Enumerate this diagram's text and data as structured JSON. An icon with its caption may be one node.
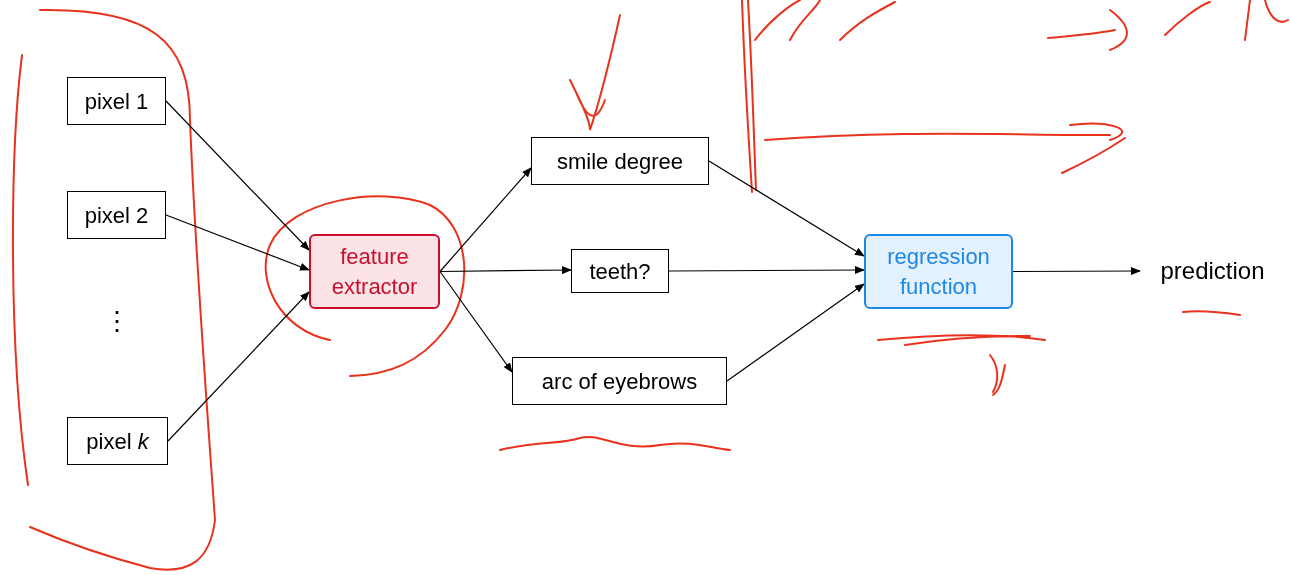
{
  "diagram": {
    "nodes": [
      {
        "text": [
          "pixel 1"
        ]
      },
      {
        "text": [
          "pixel 2"
        ]
      },
      {
        "text": [
          "pixel *k*"
        ]
      },
      {
        "text": [
          "feature extractor"
        ]
      },
      {
        "text": [
          "smile degree"
        ]
      },
      {
        "text": [
          "teeth?"
        ]
      },
      {
        "text": [
          "arc of eyebrows"
        ]
      },
      {
        "text": [
          "regression function"
        ]
      },
      {
        "text": [
          "prediction"
        ]
      }
    ],
    "edges": [
      {
        "from": 0,
        "to": 3,
        "arrow": "to"
      },
      {
        "from": 1,
        "to": 3,
        "arrow": "to"
      },
      {
        "from": 2,
        "to": 3,
        "arrow": "to"
      },
      {
        "from": 3,
        "to": 4,
        "arrow": "to"
      },
      {
        "from": 3,
        "to": 5,
        "arrow": "to"
      },
      {
        "from": 3,
        "to": 6,
        "arrow": "to"
      },
      {
        "from": 4,
        "to": 7,
        "arrow": "to"
      },
      {
        "from": 5,
        "to": 7,
        "arrow": "to"
      },
      {
        "from": 6,
        "to": 7,
        "arrow": "to"
      },
      {
        "from": 7,
        "to": 8,
        "arrow": "to"
      }
    ],
    "labels": [
      "⋮"
    ]
  }
}
